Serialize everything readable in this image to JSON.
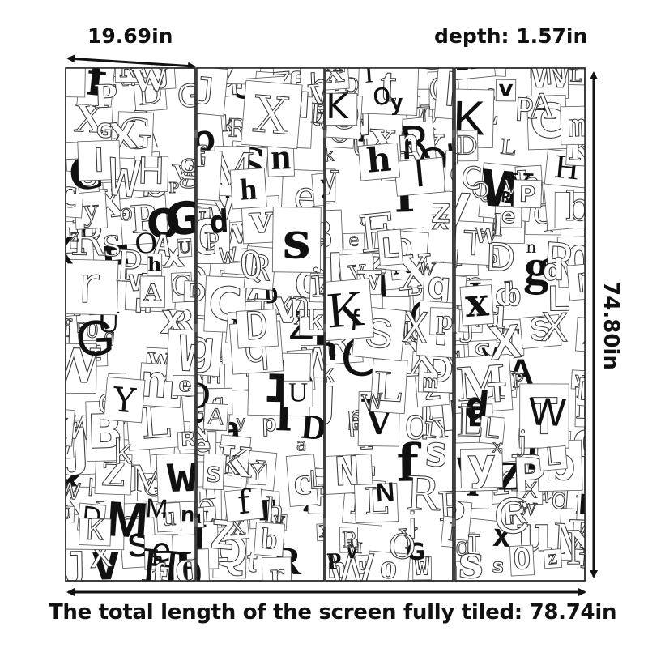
{
  "product": {
    "width_label": "19.69in",
    "depth_label": "depth: 1.57in",
    "height_label": "74.80in",
    "length_label": "The total length of the screen fully tiled: 78.74in",
    "panel_count": 4,
    "pattern": "collage-letters",
    "pattern_letters": "DJKRLRQPXQWABCDEFGHIJKLMNOPSTUVWXYZabcdefghijklmnopqrstuvwxyz",
    "accent_color": "#111111",
    "background_color": "#ffffff"
  }
}
